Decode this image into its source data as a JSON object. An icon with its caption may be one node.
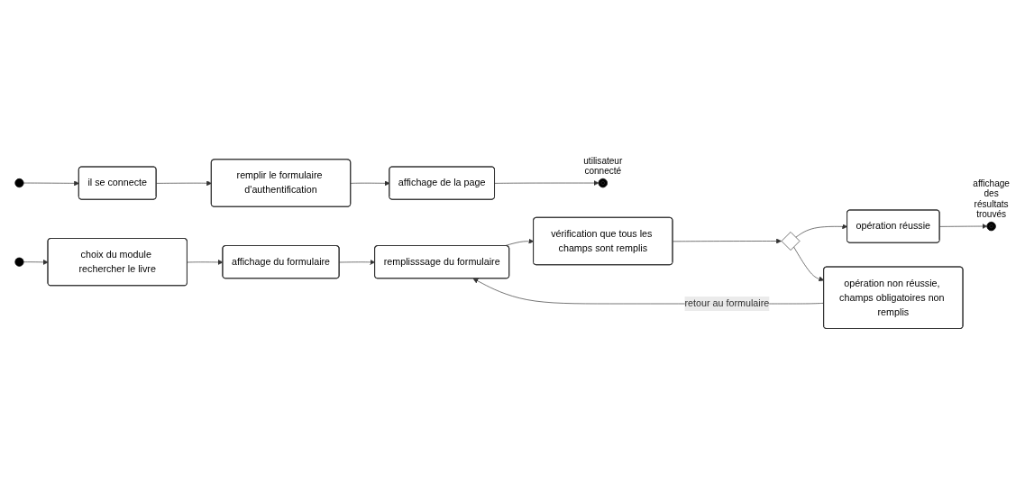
{
  "diagram": {
    "nodes": [
      {
        "text": [],
        "shape": "circle"
      },
      {
        "text": [
          "il se connecte"
        ]
      },
      {
        "text": [
          "remplir le formulaire d'authentification"
        ]
      },
      {
        "text": [
          "affichage de la page"
        ]
      },
      {
        "text": [],
        "shape": "circle",
        "beside": [
          "utilisateur connecté"
        ]
      },
      {
        "text": [],
        "shape": "circle"
      },
      {
        "text": [
          "choix du module rechercher le livre"
        ]
      },
      {
        "text": [
          "affichage du formulaire"
        ]
      },
      {
        "text": [
          "remplisssage du formulaire"
        ]
      },
      {
        "text": [
          "vérification que tous les champs sont remplis"
        ]
      },
      {
        "text": [],
        "shape": "diamond"
      },
      {
        "text": [
          "opération réussie"
        ]
      },
      {
        "text": [],
        "shape": "circle",
        "beside": [
          "affichage des résultats trouvés"
        ]
      },
      {
        "text": [
          "opération non réussie, champs obligatoires non remplis"
        ]
      }
    ],
    "edges": [
      {
        "from": 0,
        "to": 1,
        "arrow": "to"
      },
      {
        "from": 1,
        "to": 2,
        "arrow": "to"
      },
      {
        "from": 2,
        "to": 3,
        "arrow": "to"
      },
      {
        "from": 3,
        "to": 4,
        "arrow": "to"
      },
      {
        "from": 5,
        "to": 6,
        "arrow": "to"
      },
      {
        "from": 6,
        "to": 7,
        "arrow": "to"
      },
      {
        "from": 7,
        "to": 8,
        "arrow": "to"
      },
      {
        "from": 8,
        "to": 9,
        "arrow": "to"
      },
      {
        "from": 9,
        "to": 10,
        "arrow": "to"
      },
      {
        "from": 10,
        "to": 11,
        "arrow": "to"
      },
      {
        "from": 11,
        "to": 12,
        "arrow": "to"
      },
      {
        "from": 10,
        "to": 13,
        "arrow": "to"
      },
      {
        "from": 13,
        "to": 8,
        "arrow": "to",
        "label": "retour au formulaire"
      }
    ]
  }
}
